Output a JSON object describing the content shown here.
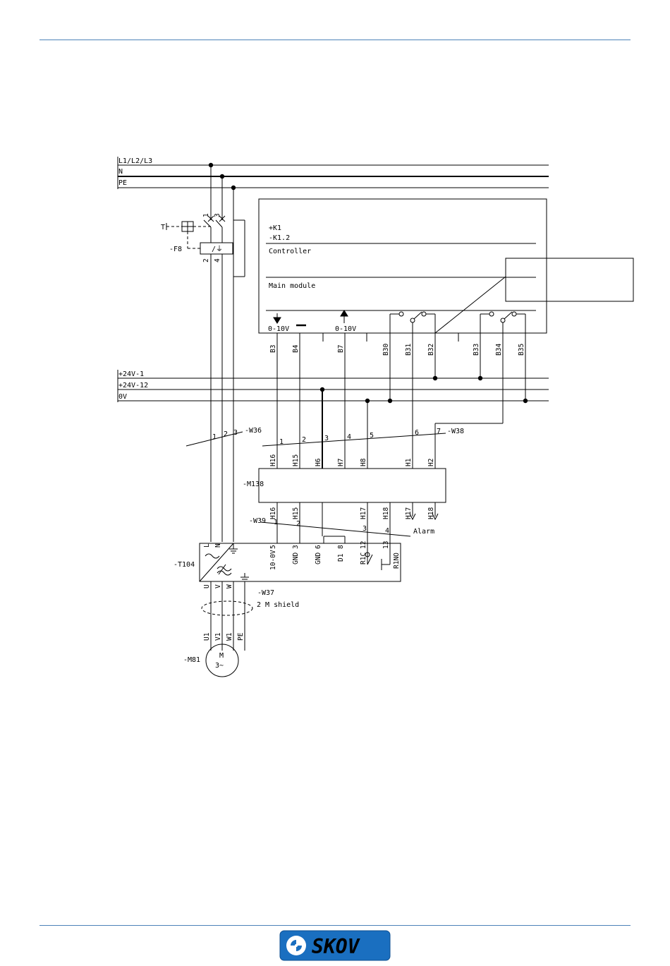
{
  "colors": {
    "rule": "#4d82b8",
    "logo_bg": "#1a6fc0",
    "line": "#000000"
  },
  "logo": {
    "text": "SKOV"
  },
  "rails": {
    "l123": "L1/L2/L3",
    "n": "N",
    "pe": "PE"
  },
  "supply": {
    "p24_1": "+24V-1",
    "p24_12": "+24V-12",
    "zero_v": "0V"
  },
  "breaker": {
    "ref": "-F8",
    "t1": "1",
    "t3": "3",
    "t2": "2",
    "t4": "4",
    "operator": "T"
  },
  "controller": {
    "ref1": "+K1",
    "ref2": "-K1.2",
    "title": "Controller",
    "module": "Main module",
    "ao_label": "0-10V",
    "ai_label": "0-10V",
    "terminals": [
      "B3",
      "B4",
      "B7",
      "B30",
      "B31",
      "B32",
      "B33",
      "B34",
      "B35"
    ]
  },
  "callout": {
    "text": ""
  },
  "cable_w36": {
    "ref": "-W36",
    "cores": [
      "1",
      "2",
      "3"
    ]
  },
  "cable_w38": {
    "ref": "-W38",
    "cores": [
      "1",
      "2",
      "3",
      "4",
      "5",
      "6",
      "7"
    ]
  },
  "module_m138": {
    "ref": "-M138",
    "top_terminals": [
      "H16",
      "H15",
      "H6",
      "H7",
      "H8",
      "H1",
      "H2"
    ],
    "bottom_terminals": [
      "H16",
      "H15",
      "H17",
      "H18",
      "H17",
      "H18"
    ]
  },
  "cable_w39": {
    "ref": "-W39",
    "cores": [
      "1",
      "2",
      "3",
      "4"
    ],
    "alarm": "Alarm"
  },
  "inverter": {
    "ref": "-T104",
    "top_nums": [
      "5",
      "3",
      "6",
      "8",
      "12",
      "13"
    ],
    "top_names": [
      "10-0V",
      "GND",
      "GND",
      "D1",
      "R1C",
      "R1NO"
    ],
    "mains": [
      "L",
      "N"
    ],
    "outputs": [
      "U",
      "V",
      "W"
    ]
  },
  "cable_w37": {
    "ref": "-W37",
    "note": "2 M shield"
  },
  "motor": {
    "ref": "-M81",
    "letter": "M",
    "phase": "3~",
    "terminals": [
      "U1",
      "V1",
      "W1",
      "PE"
    ]
  }
}
